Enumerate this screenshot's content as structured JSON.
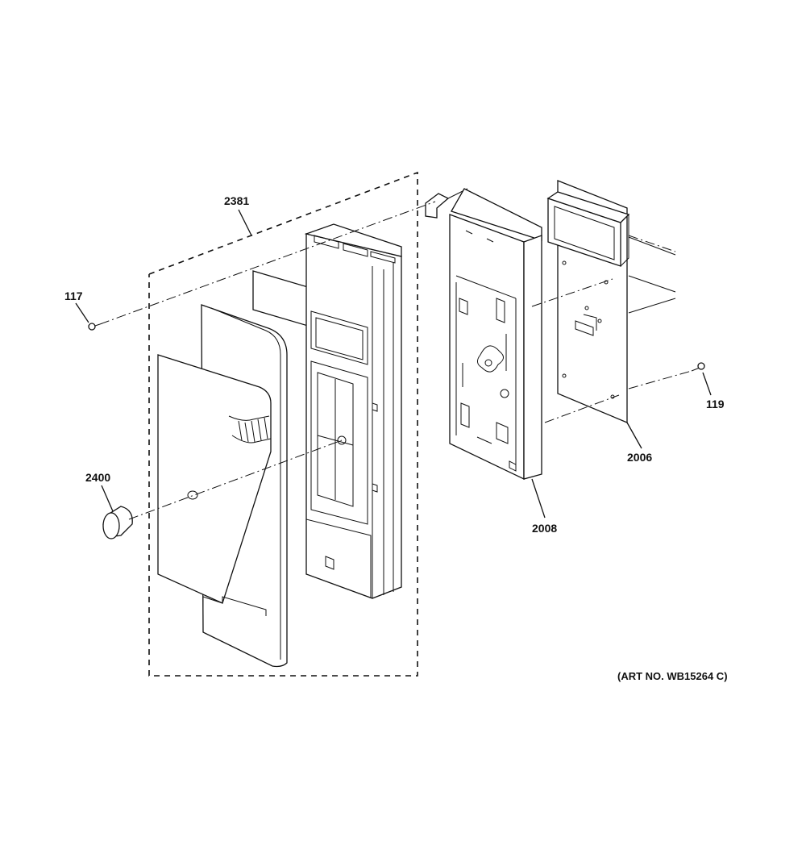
{
  "diagram": {
    "callouts": {
      "c2381": "2381",
      "c117": "117",
      "c2400": "2400",
      "c2006": "2006",
      "c2008": "2008",
      "c119": "119"
    },
    "art_number": "(ART NO. WB15264 C)"
  }
}
